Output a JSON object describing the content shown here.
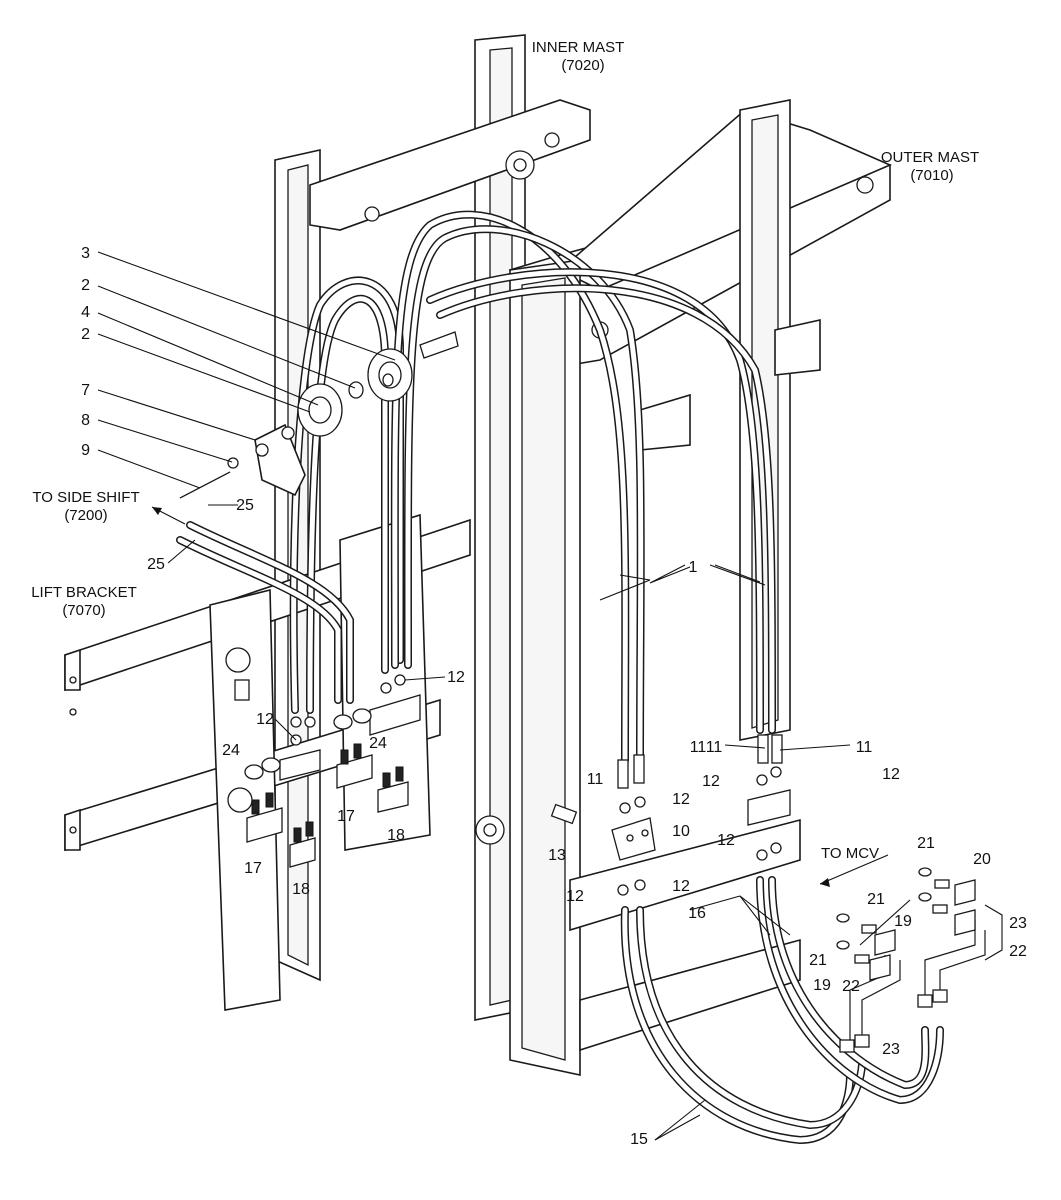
{
  "labels": {
    "inner_mast": "INNER MAST",
    "inner_mast_code": "(7020)",
    "outer_mast": "OUTER MAST",
    "outer_mast_code": "(7010)",
    "to_side_shift": "TO SIDE SHIFT",
    "to_side_shift_code": "(7200)",
    "lift_bracket": "LIFT BRACKET",
    "lift_bracket_code": "(7070)",
    "to_mcv": "TO MCV"
  },
  "callouts": {
    "p1": "1",
    "p2a": "2",
    "p2b": "2",
    "p3": "3",
    "p4": "4",
    "p7": "7",
    "p8": "8",
    "p9": "9",
    "p10": "10",
    "p11a": "11",
    "p11b": "11",
    "p11c": "11",
    "p11d": "11",
    "p12a": "12",
    "p12b": "12",
    "p12c": "12",
    "p12d": "12",
    "p12e": "12",
    "p12f": "12",
    "p12g": "12",
    "p12h": "12",
    "p13": "13",
    "p15": "15",
    "p16": "16",
    "p17a": "17",
    "p17b": "17",
    "p18a": "18",
    "p18b": "18",
    "p19a": "19",
    "p19b": "19",
    "p20": "20",
    "p21a": "21",
    "p21b": "21",
    "p21c": "21",
    "p22a": "22",
    "p22b": "22",
    "p23a": "23",
    "p23b": "23",
    "p24a": "24",
    "p24b": "24",
    "p25a": "25",
    "p25b": "25"
  }
}
